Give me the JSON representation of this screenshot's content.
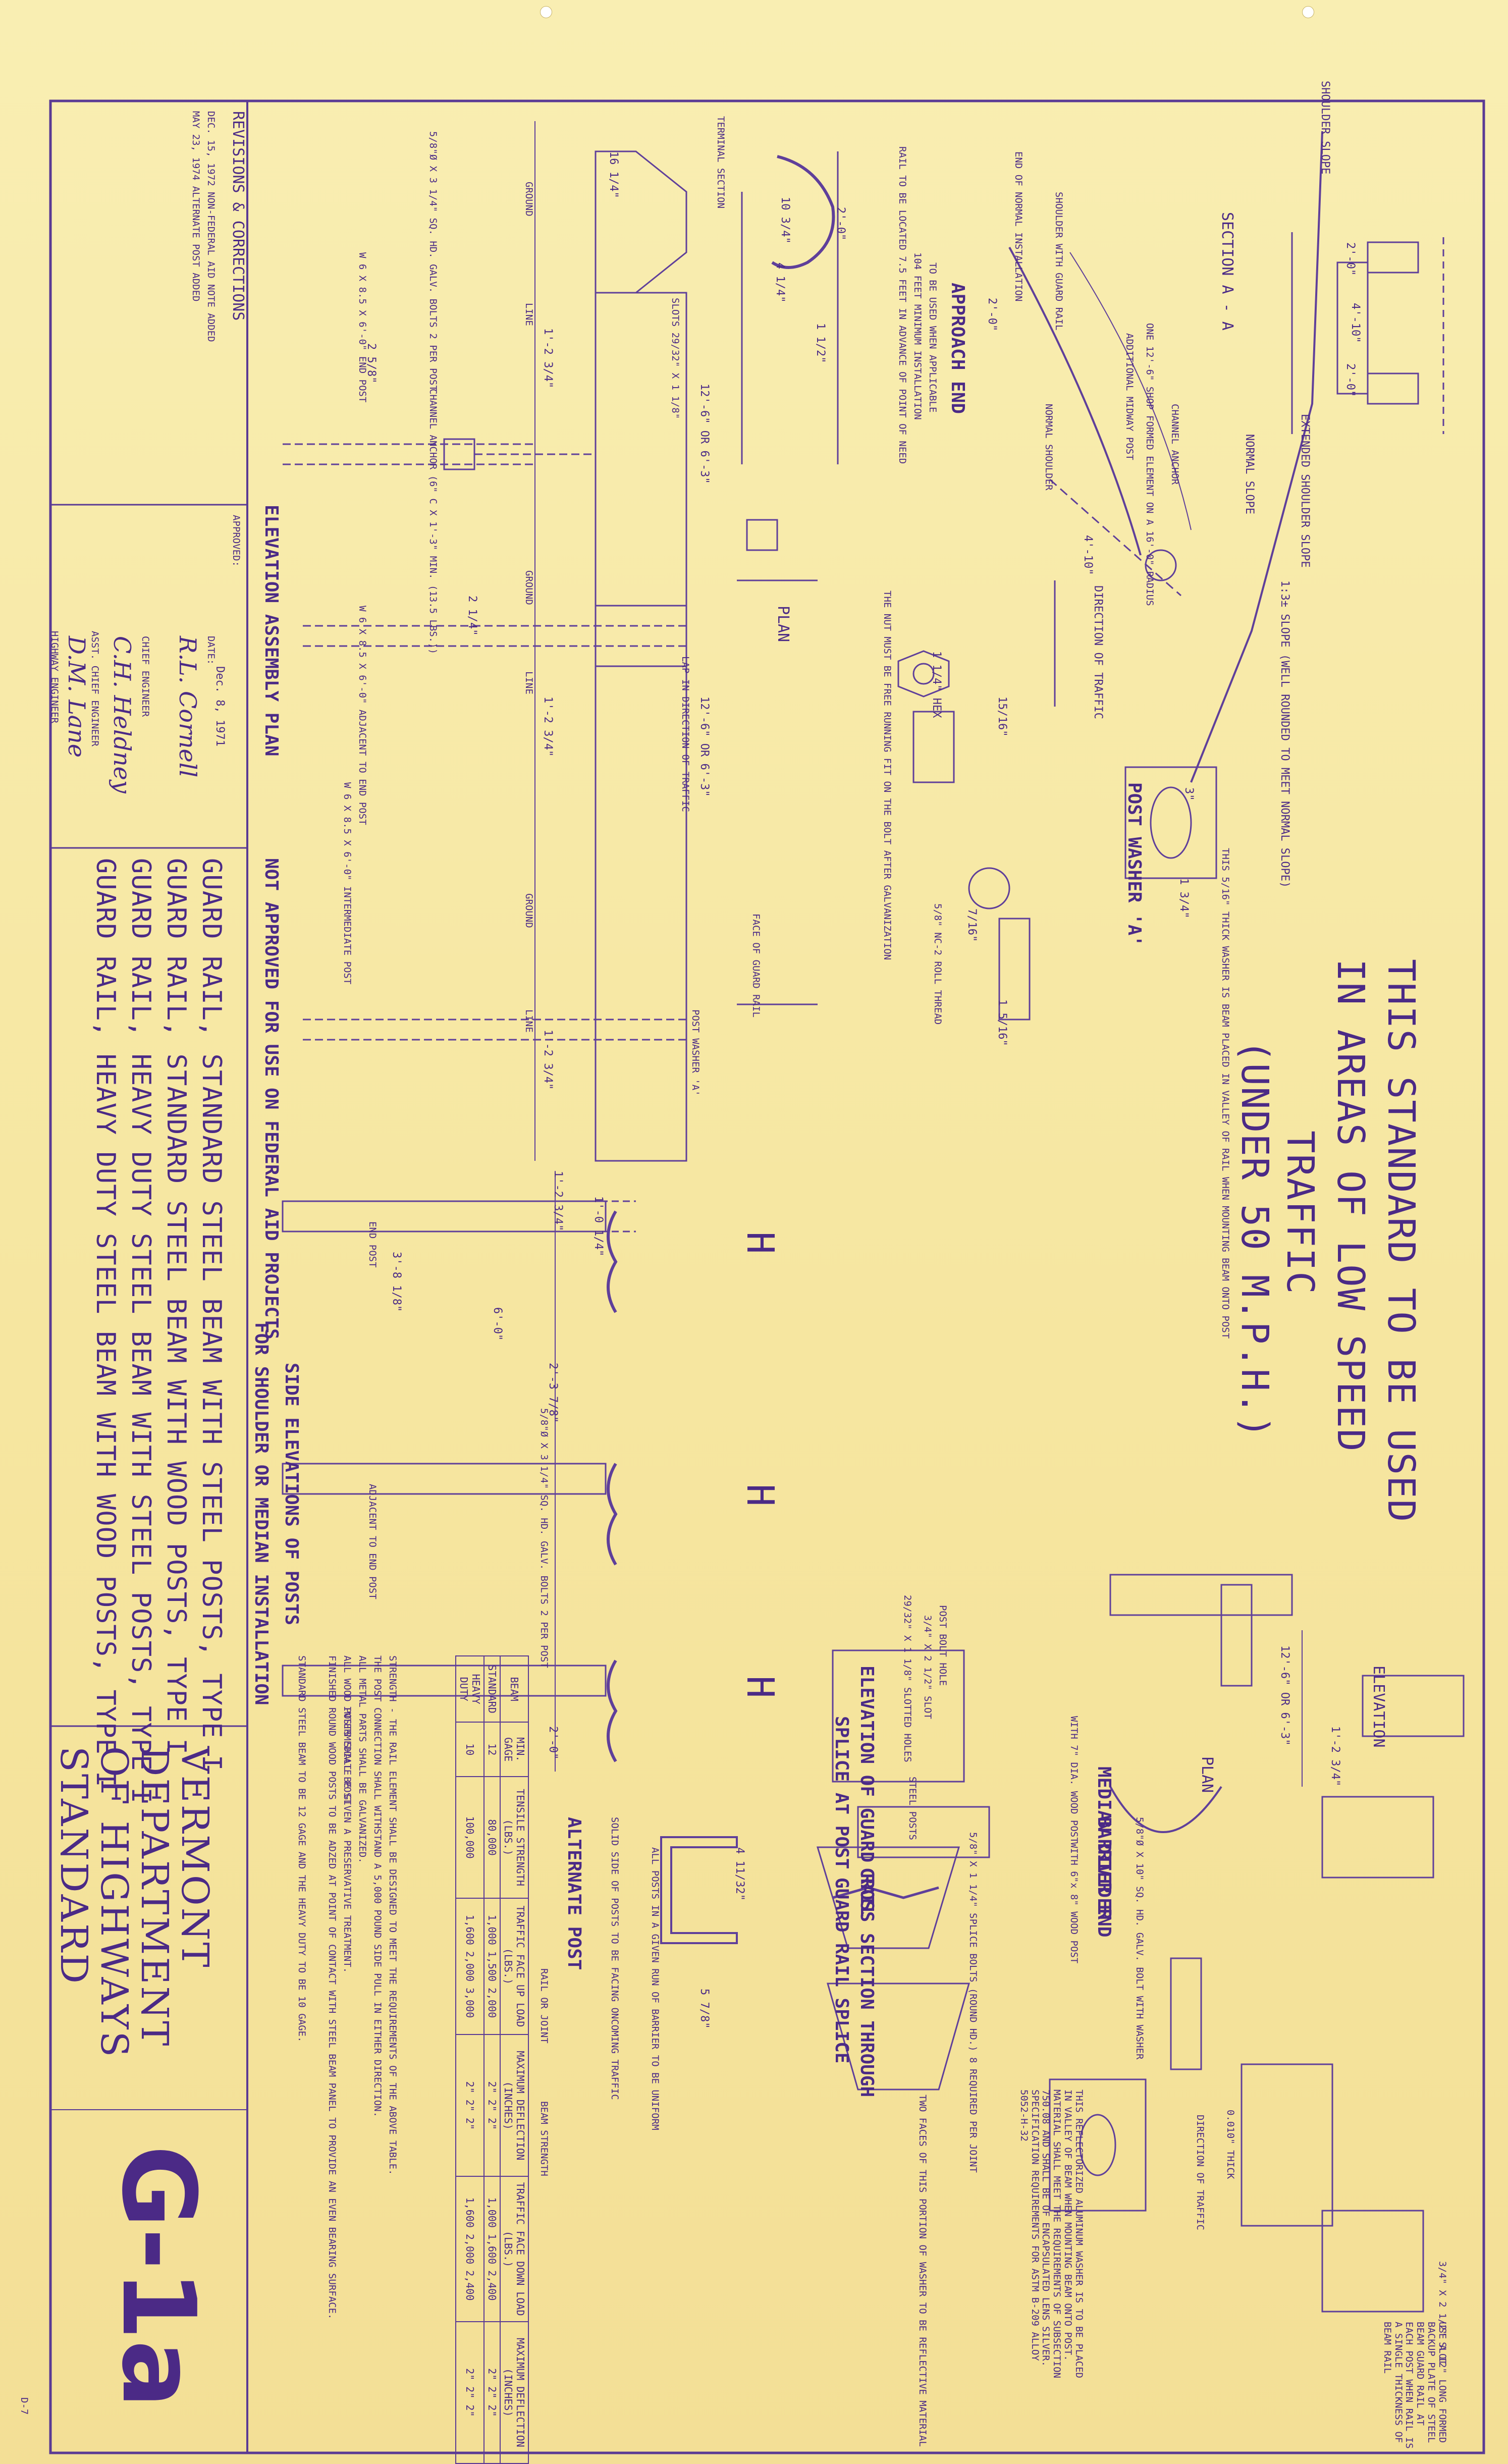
{
  "notice": {
    "line1": "THIS STANDARD TO BE USED",
    "line2": "IN AREAS OF LOW SPEED",
    "line3": "TRAFFIC",
    "line4": "(UNDER 50 M.P.H.)"
  },
  "titles": [
    "GUARD RAIL, STANDARD STEEL BEAM WITH STEEL POSTS, TYPE I",
    "GUARD RAIL, STANDARD STEEL BEAM WITH WOOD POSTS, TYPE I",
    "GUARD RAIL, HEAVY DUTY STEEL BEAM WITH STEEL POSTS, TYPE I",
    "GUARD RAIL, HEAVY DUTY STEEL BEAM WITH WOOD POSTS, TYPE I"
  ],
  "agency": [
    "VERMONT",
    "DEPARTMENT",
    "OF HIGHWAYS",
    "STANDARD"
  ],
  "standard_no": "G-1a",
  "revisions": {
    "heading": "REVISIONS & CORRECTIONS",
    "items": [
      "DEC. 15, 1972 NON-FEDERAL AID NOTE ADDED",
      "MAY 23, 1974 ALTERNATE POST ADDED"
    ]
  },
  "approval": {
    "label": "APPROVED:",
    "date_label": "DATE:",
    "date_value": "Dec. 8, 1971",
    "chief_engineer": "CHIEF ENGINEER",
    "asst_chief_engineer": "ASST. CHIEF ENGINEER",
    "highway_engineer": "HIGHWAY ENGINEER",
    "sig1": "R.L. Cornell",
    "sig2": "C.H. Heldney",
    "sig3": "D.M. Lane"
  },
  "section_aa": {
    "title": "SECTION A - A",
    "shoulder_slope": "SHOULDER SLOPE",
    "extended": "EXTENDED SHOULDER SLOPE",
    "normal_slope": "NORMAL SLOPE",
    "slope_note": "1:3± SLOPE (WELL ROUNDED TO MEET NORMAL SLOPE)",
    "dim1": "2'-0\"",
    "dim2": "4'-10\"",
    "dim3": "2'-0\""
  },
  "approach": {
    "title": "APPROACH END",
    "note1": "TO BE USED WHEN APPLICABLE",
    "note2": "104 FEET MINIMUM INSTALLATION",
    "note3": "RAIL TO BE LOCATED 7.5 FEET IN ADVANCE OF POINT OF NEED",
    "end_normal": "END OF NORMAL INSTALLATION",
    "shoulder": "SHOULDER WITH GUARD RAIL",
    "normal_shoulder": "NORMAL SHOULDER",
    "anchor": "CHANNEL ANCHOR",
    "midway": "ADDITIONAL MIDWAY POST",
    "shop_formed": "ONE 12'-6\" SHOP FORMED ELEMENT ON A 16'-0\" RADIUS",
    "direction": "DIRECTION OF TRAFFIC",
    "dim_a": "2'-0\"",
    "dim_b": "4'-10\""
  },
  "terminal": {
    "title": "TERMINAL SECTION",
    "dim1": "16 1/4\"",
    "dim2": "10 3/4\"",
    "dim3": "2'-0\"",
    "dim4": "4 1/4\"",
    "dim5": "1 1/2\""
  },
  "elevation": {
    "title": "ELEVATION ASSEMBLY PLAN",
    "note_na": "NOT APPROVED FOR USE ON FEDERAL AID PROJECTS",
    "ground": "GROUND",
    "line": "LINE",
    "slots": "SLOTS 29/32\" X 1 1/8\"",
    "span1": "12'-6\" OR 6'-3\"",
    "span2": "12'-6\" OR 6'-3\"",
    "lap": "LAP IN DIRECTION OF TRAFFIC",
    "bolts": "5/8\"Ø X 3 1/4\" SQ. HD. GALV. BOLTS 2 PER POST",
    "channel": "CHANNEL ANCHOR (6\" C X 1'-3\" MIN. (13.5 LBS.))",
    "end_post": "W 6 X 8.5 X 6'-0\" END POST",
    "adj_post": "W 6 X 8.5 X 6'-0\" ADJACENT TO END POST",
    "int_post": "W 6 X 8.5 X 6'-0\" INTERMEDIATE POST",
    "washer": "POST WASHER 'A'",
    "face_rail": "FACE OF GUARD RAIL",
    "plan": "PLAN",
    "d1": "1'-2 3/4\"",
    "d2": "1'-2 3/4\"",
    "d3": "1'-2 3/4\"",
    "d4": "2 1/4\"",
    "d5": "2 5/8\""
  },
  "washer_detail": {
    "title": "POST WASHER 'A'",
    "note": "THIS 5/16\" THICK WASHER IS BEAM PLACED IN VALLEY OF RAIL WHEN MOUNTING BEAM ONTO POST",
    "nut": "THE NUT MUST BE FREE RUNNING FIT ON THE BOLT AFTER GALVANIZATION",
    "hex": "1 1/4\" HEX",
    "bolt": "5/8\" NC-2 ROLL THREAD",
    "d1": "3\"",
    "d2": "1 3/4\"",
    "d3": "15/16\"",
    "d4": "1 5/16\"",
    "d5": "7/16\""
  },
  "side": {
    "title": "SIDE ELEVATIONS OF POSTS",
    "sub": "FOR SHOULDER OR MEDIAN INSTALLATION",
    "end_post": "END POST",
    "adj": "ADJACENT TO END POST",
    "int": "INTERMEDIATE POST",
    "bolts": "5/8\"Ø X 3 1/4\" SQ. HD. GALV. BOLTS 2 PER POST",
    "h_mark": "H",
    "d1": "1'-2 3/4\"",
    "d2": "1'-0 1/4\"",
    "d3": "6'-0\"",
    "d4": "3'-8 1/8\"",
    "d5": "2'-3 7/8\"",
    "d6": "2'-0\""
  },
  "median": {
    "title": "MEDIAN DIVIDER",
    "wood": "WITH 7\" DIA. WOOD POST",
    "wood2": "WITH 6\"x 8\" WOOD POST",
    "plan": "PLAN",
    "elevation": "ELEVATION",
    "barrier": "BARRIER END",
    "bolt": "5/8\"Ø X 10\" SQ. HD. GALV. BOLT WITH WASHER",
    "d1": "12'-6\" OR 6'-3\"",
    "d2": "1'-2 3/4\""
  },
  "splice": {
    "title1": "ELEVATION OF GUARD RAIL",
    "title2": "SPLICE AT POST",
    "title3": "CROSS SECTION THROUGH",
    "title4": "GUARD RAIL SPLICE",
    "holes": "29/32\" X 1 1/8\" SLOTTED HOLES",
    "post_hole": "POST BOLT HOLE",
    "slot": "3/4\" X 2 1/2\" SLOT",
    "splice_bolts": "5/8\" X 1 1/4\" SPLICE BOLTS (ROUND HD.) 8 REQUIRED PER JOINT",
    "steel_posts": "STEEL POSTS"
  },
  "alternate": {
    "title": "ALTERNATE POST",
    "note": "SOLID SIDE OF POSTS TO BE FACING ONCOMING TRAFFIC",
    "note2": "ALL POSTS IN A GIVEN RUN OF BARRIER TO BE UNIFORM",
    "d1": "4 11/32\"",
    "d2": "5 7/8\""
  },
  "reflector": {
    "note1": "TWO FACES OF THIS PORTION OF WASHER TO BE REFLECTIVE MATERIAL",
    "note2": "THIS REFLECTORIZED ALUMINUM WASHER IS TO BE PLACED IN VALLEY OF BEAM WHEN MOUNTING BEAM ONTO POST. MATERIAL SHALL MEET THE REQUIREMENTS OF SUBSECTION 750.08 AND SHALL BE OF ENCAPSULATED LENS SILVER. SPECIFICATION REQUIREMENTS FOR ASTM B-209 ALLOY 5052-H-32",
    "direction": "DIRECTION OF TRAFFIC",
    "thick": "0.010\" THICK",
    "use_note": "USE A 12\" LONG FORMED BACKUP PLATE OF STEEL BEAM GUARD RAIL AT EACH POST WHEN RAIL IS A SINGLE THICKNESS OF BEAM RAIL",
    "slot": "3/4\" X 2 1/2\" SLOT"
  },
  "strength_table": {
    "header": [
      "BEAM",
      "MIN. GAGE",
      "TENSILE STRENGTH (LBS.)",
      "TRAFFIC FACE UP LOAD (LBS.)",
      "MAXIMUM DEFLECTION (INCHES)",
      "TRAFFIC FACE DOWN LOAD (LBS.)",
      "MAXIMUM DEFLECTION (INCHES)"
    ],
    "group": "RAIL OR JOINT          BEAM STRENGTH",
    "rows": [
      [
        "STANDARD",
        "12",
        "80,000",
        "1,000 1,500 2,000",
        "2\" 2\" 2\"",
        "1,000 1,600 2,400",
        "2\" 2\" 2\""
      ],
      [
        "HEAVY DUTY",
        "10",
        "100,000",
        "1,600 2,000 3,000",
        "2\" 2\" 2\"",
        "1,600 2,000 2,400",
        "2\" 2\" 2\""
      ]
    ],
    "notes": [
      "STRENGTH - THE RAIL ELEMENT SHALL BE DESIGNED TO MEET THE REQUIREMENTS OF THE ABOVE TABLE.",
      "THE POST CONNECTION SHALL WITHSTAND A 5,000 POUND SIDE PULL IN EITHER DIRECTION.",
      "ALL METAL PARTS SHALL BE GALVANIZED.",
      "ALL WOOD POSTS SHALL BE GIVEN A PRESERVATIVE TREATMENT.",
      "FINISHED ROUND WOOD POSTS TO BE ADZED AT POINT OF CONTACT WITH STEEL BEAM PANEL TO PROVIDE AN EVEN BEARING SURFACE.",
      "STANDARD STEEL BEAM TO BE 12 GAGE AND THE HEAVY DUTY TO BE 10 GAGE."
    ]
  },
  "sheet_ref": "D-7",
  "colors": {
    "paper": "#f7e9a8",
    "ink": "#4b2a86"
  }
}
